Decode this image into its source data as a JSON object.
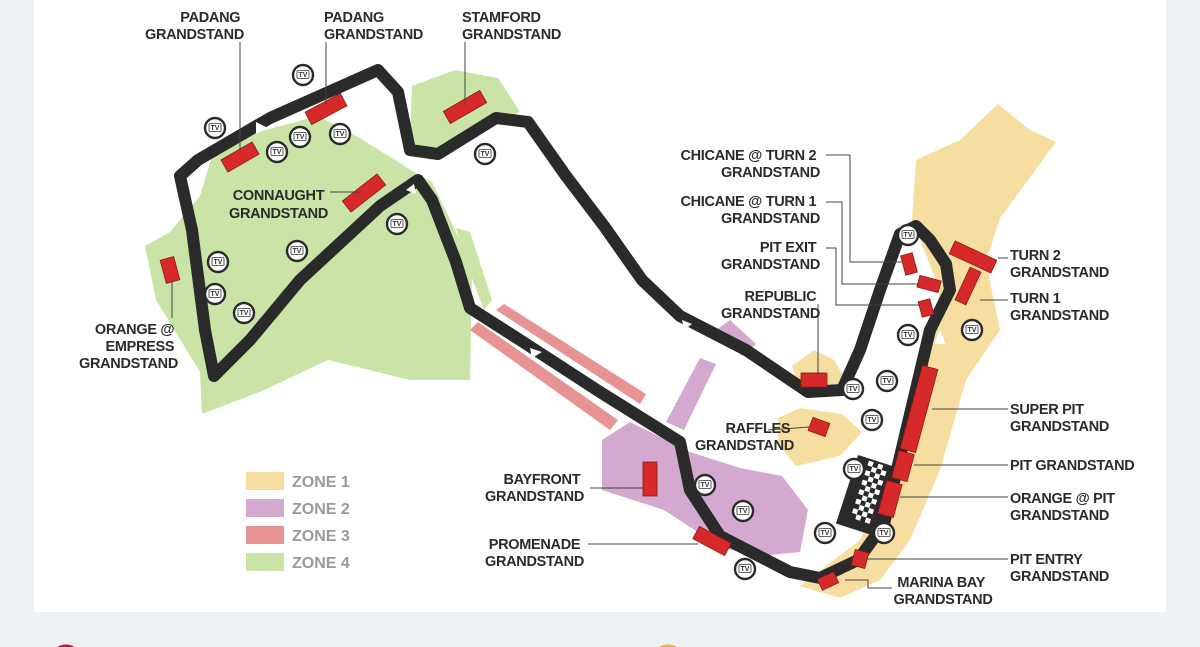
{
  "colors": {
    "zone1": "#f5dea0",
    "zone2": "#d3a9cf",
    "zone3": "#e79393",
    "zone4": "#c9e4a6",
    "track": "#2a2a2a",
    "grandstand": "#d7292a"
  },
  "legend": [
    {
      "label": "ZONE 1",
      "color": "#f5dea0"
    },
    {
      "label": "ZONE 2",
      "color": "#d3a9cf"
    },
    {
      "label": "ZONE 3",
      "color": "#e79393"
    },
    {
      "label": "ZONE 4",
      "color": "#c9e4a6"
    }
  ],
  "tv_icon_label": "TV",
  "grandstands": {
    "padang1": [
      "PADANG",
      "GRANDSTAND"
    ],
    "padang2": [
      "PADANG",
      "GRANDSTAND"
    ],
    "stamford": [
      "STAMFORD",
      "GRANDSTAND"
    ],
    "connaught": [
      "CONNAUGHT",
      "GRANDSTAND"
    ],
    "orange_empress": [
      "ORANGE @",
      "EMPRESS",
      "GRANDSTAND"
    ],
    "chicane2": [
      "CHICANE @ TURN 2",
      "GRANDSTAND"
    ],
    "chicane1": [
      "CHICANE @ TURN 1",
      "GRANDSTAND"
    ],
    "pit_exit": [
      "PIT EXIT",
      "GRANDSTAND"
    ],
    "republic": [
      "REPUBLIC",
      "GRANDSTAND"
    ],
    "raffles": [
      "RAFFLES",
      "GRANDSTAND"
    ],
    "bayfront": [
      "BAYFRONT",
      "GRANDSTAND"
    ],
    "promenade": [
      "PROMENADE",
      "GRANDSTAND"
    ],
    "marina_bay": [
      "MARINA BAY",
      "GRANDSTAND"
    ],
    "turn2": [
      "TURN 2",
      "GRANDSTAND"
    ],
    "turn1": [
      "TURN 1",
      "GRANDSTAND"
    ],
    "super_pit": [
      "SUPER PIT",
      "GRANDSTAND"
    ],
    "pit": [
      "PIT GRANDSTAND"
    ],
    "orange_pit": [
      "ORANGE @ PIT",
      "GRANDSTAND"
    ],
    "pit_entry": [
      "PIT ENTRY",
      "GRANDSTAND"
    ]
  }
}
